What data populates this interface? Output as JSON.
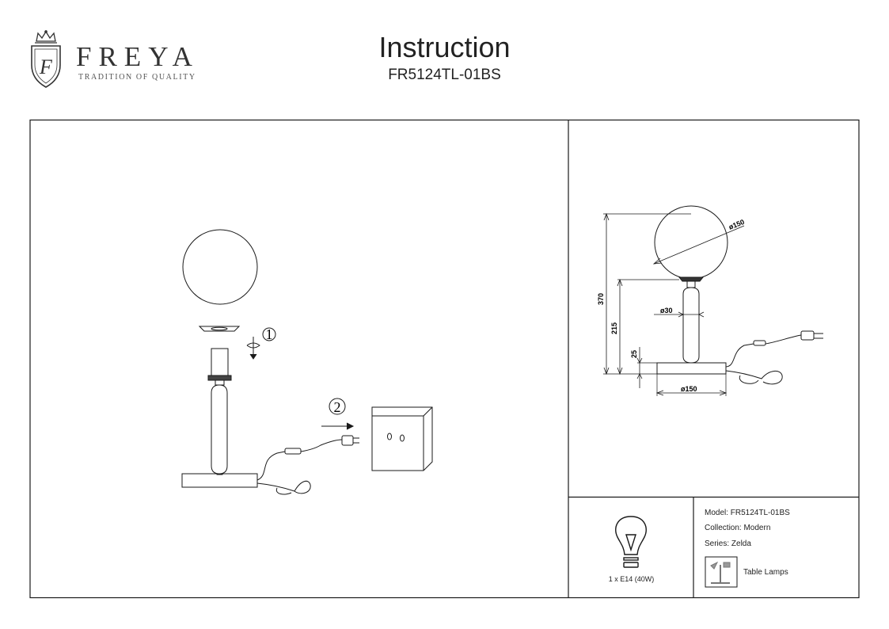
{
  "brand": {
    "name": "FREYA",
    "tagline": "TRADITION OF QUALITY",
    "crest_letter": "F"
  },
  "document": {
    "title": "Instruction",
    "model_code": "FR5124TL-01BS"
  },
  "steps": [
    {
      "number": "1",
      "icon": "rotate-arrow-icon"
    },
    {
      "number": "2",
      "icon": "plug-arrow-icon"
    }
  ],
  "dimensions": {
    "total_height": "370",
    "stem_height": "215",
    "base_height": "25",
    "shade_diameter": "ø150",
    "stem_diameter": "ø30",
    "base_diameter": "ø150"
  },
  "spec": {
    "bulb": "1 x E14 (40W)",
    "model": "Model: FR5124TL-01BS",
    "collection": "Collection: Modern",
    "series": "Series: Zelda",
    "category": "Table Lamps"
  },
  "colors": {
    "line": "#1a1a1a",
    "text": "#222222"
  }
}
